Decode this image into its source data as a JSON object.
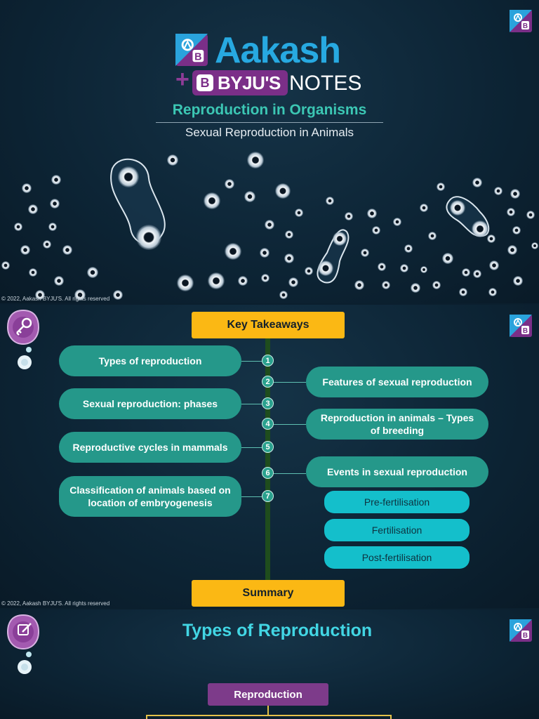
{
  "brand": {
    "name": "Aakash",
    "plus": "+",
    "byjus": "BYJU'S",
    "notes": "NOTES"
  },
  "slide1": {
    "title": "Reproduction in Organisms",
    "subtitle": "Sexual Reproduction in Animals",
    "copyright": "© 2022, Aakash BYJU'S. All rights reserved"
  },
  "slide2": {
    "header": "Key Takeaways",
    "footer_button": "Summary",
    "copyright": "© 2022, Aakash BYJU'S. All rights reserved",
    "topics": [
      {
        "num": "1",
        "label": "Types of reproduction"
      },
      {
        "num": "2",
        "label": "Features of sexual reproduction"
      },
      {
        "num": "3",
        "label": "Sexual reproduction: phases"
      },
      {
        "num": "4",
        "label": "Reproduction in animals – Types of breeding"
      },
      {
        "num": "5",
        "label": "Reproductive cycles in mammals"
      },
      {
        "num": "6",
        "label": "Events in sexual reproduction"
      },
      {
        "num": "7",
        "label": "Classification of animals based on location of embryogenesis"
      }
    ],
    "events": [
      "Pre-fertilisation",
      "Fertilisation",
      "Post-fertilisation"
    ]
  },
  "slide3": {
    "title": "Types of Reproduction",
    "root": "Reproduction"
  },
  "colors": {
    "background": "#0d2536",
    "teal": "#25988a",
    "cyan": "#14bfcb",
    "gold": "#fbb814",
    "purple": "#7b2f88",
    "brand_blue": "#27a9e1"
  },
  "icons": {
    "brand": "aakash-byjus-logo-icon",
    "mascot_key": "key-bubble-icon",
    "mascot_pencil": "pencil-bubble-icon"
  }
}
